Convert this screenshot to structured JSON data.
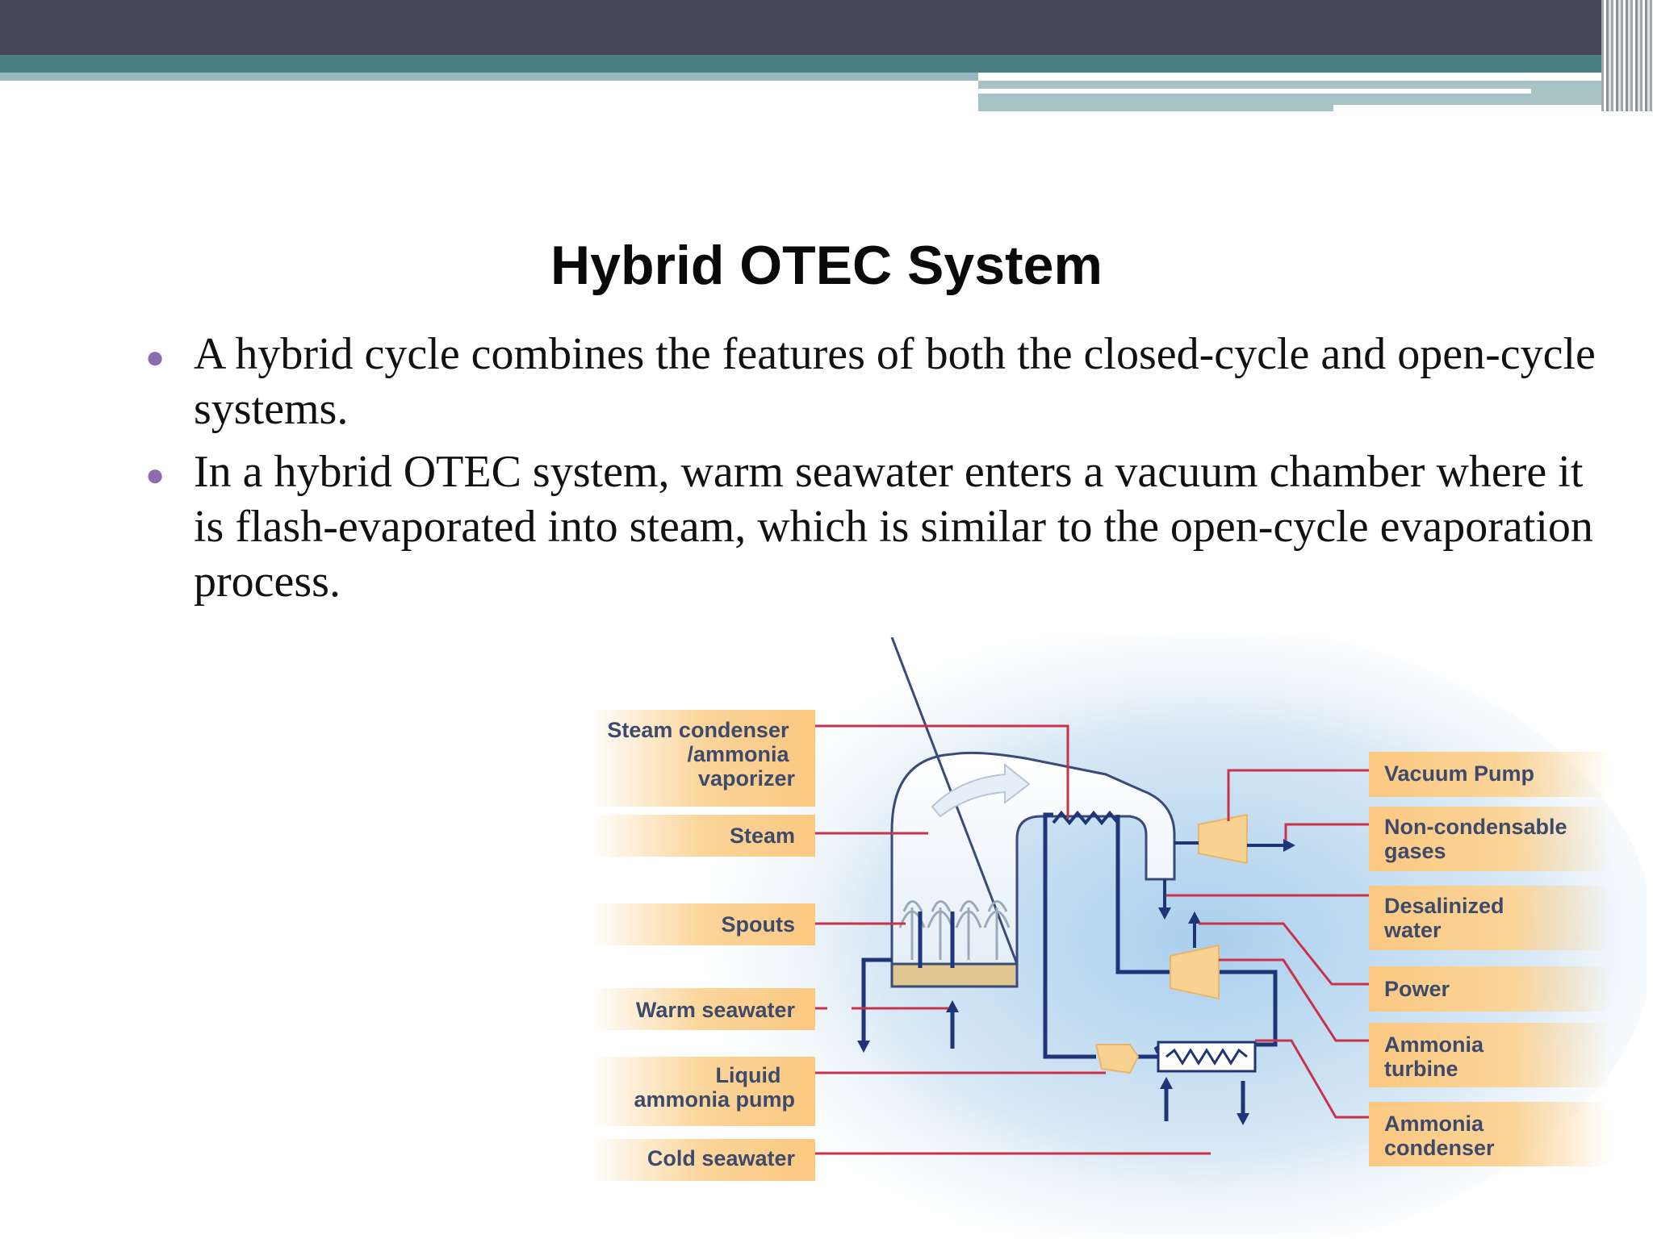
{
  "slide": {
    "title": "Hybrid OTEC System",
    "bullets": [
      "A hybrid cycle combines the features of both the closed-cycle and open-cycle systems.",
      "In a hybrid OTEC system, warm seawater enters a vacuum chamber where it is flash-evaporated into steam, which is similar to the open-cycle evaporation process."
    ]
  },
  "diagram": {
    "left_labels": [
      [
        "Steam condenser",
        "/ammonia",
        "vaporizer"
      ],
      [
        "Steam"
      ],
      [
        "Spouts"
      ],
      [
        "Warm seawater"
      ],
      [
        "Liquid",
        "ammonia pump"
      ],
      [
        "Cold seawater"
      ]
    ],
    "right_labels": [
      [
        "Vacuum Pump"
      ],
      [
        "Non-condensable",
        "gases"
      ],
      [
        "Desalinized",
        "water"
      ],
      [
        "Power"
      ],
      [
        "Ammonia",
        "turbine"
      ],
      [
        "Ammonia",
        "condenser"
      ]
    ],
    "colors": {
      "label_fill": "#fbd59a",
      "leader_line": "#c8324a",
      "pipe": "#1f3577",
      "background_glow": "#cfe3f3"
    }
  }
}
